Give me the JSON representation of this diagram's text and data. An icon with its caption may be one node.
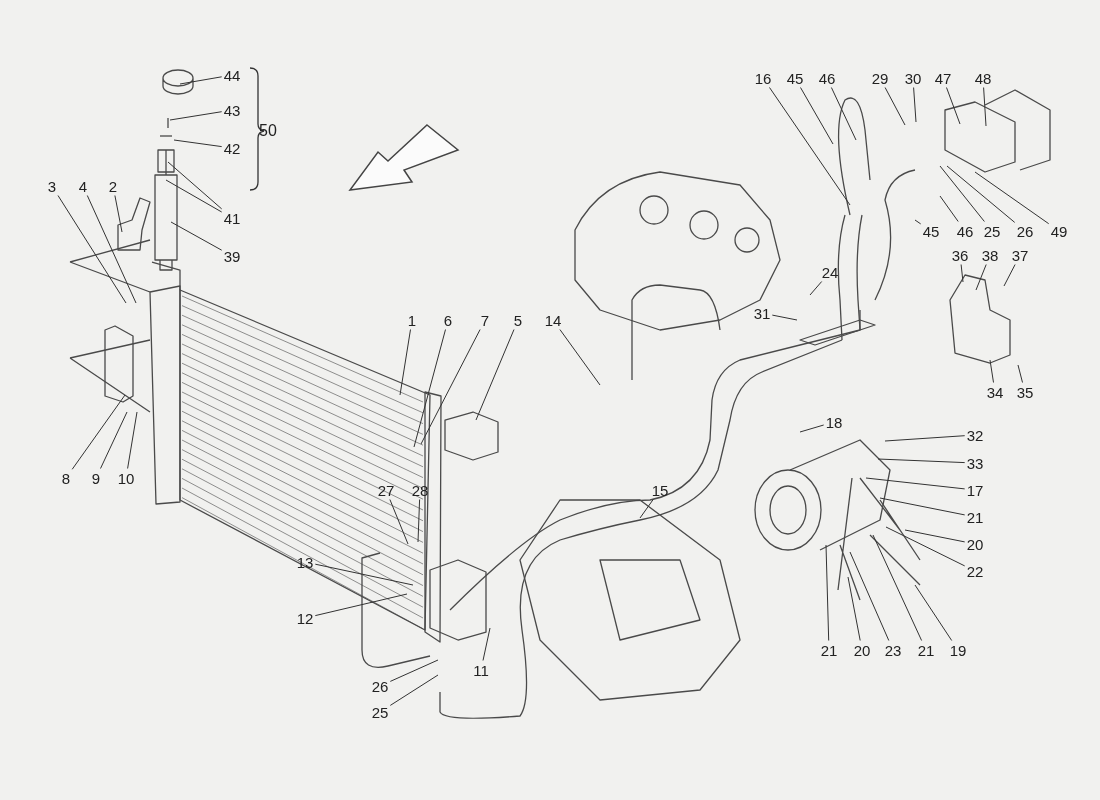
{
  "diagram": {
    "nodes": [
      {
        "text": [
          "44"
        ]
      },
      {
        "text": [
          "43"
        ]
      },
      {
        "text": [
          "42"
        ]
      },
      {
        "text": [
          "41"
        ]
      },
      {
        "text": [
          "39"
        ]
      },
      {
        "text": [
          "3"
        ]
      },
      {
        "text": [
          "4"
        ]
      },
      {
        "text": [
          "2"
        ]
      },
      {
        "text": [
          "8"
        ]
      },
      {
        "text": [
          "9"
        ]
      },
      {
        "text": [
          "10"
        ]
      },
      {
        "text": [
          "16"
        ]
      },
      {
        "text": [
          "45"
        ]
      },
      {
        "text": [
          "46"
        ]
      },
      {
        "text": [
          "29"
        ]
      },
      {
        "text": [
          "30"
        ]
      },
      {
        "text": [
          "47"
        ]
      },
      {
        "text": [
          "48"
        ]
      },
      {
        "text": [
          "45"
        ]
      },
      {
        "text": [
          "46"
        ]
      },
      {
        "text": [
          "25"
        ]
      },
      {
        "text": [
          "26"
        ]
      },
      {
        "text": [
          "49"
        ]
      },
      {
        "text": [
          "36"
        ]
      },
      {
        "text": [
          "38"
        ]
      },
      {
        "text": [
          "37"
        ]
      },
      {
        "text": [
          "24"
        ]
      },
      {
        "text": [
          "31"
        ]
      },
      {
        "text": [
          "34"
        ]
      },
      {
        "text": [
          "35"
        ]
      },
      {
        "text": [
          "1"
        ]
      },
      {
        "text": [
          "6"
        ]
      },
      {
        "text": [
          "7"
        ]
      },
      {
        "text": [
          "5"
        ]
      },
      {
        "text": [
          "14"
        ]
      },
      {
        "text": [
          "18"
        ]
      },
      {
        "text": [
          "32"
        ]
      },
      {
        "text": [
          "33"
        ]
      },
      {
        "text": [
          "17"
        ]
      },
      {
        "text": [
          "21"
        ]
      },
      {
        "text": [
          "20"
        ]
      },
      {
        "text": [
          "22"
        ]
      },
      {
        "text": [
          "27"
        ]
      },
      {
        "text": [
          "28"
        ]
      },
      {
        "text": [
          "15"
        ]
      },
      {
        "text": [
          "13"
        ]
      },
      {
        "text": [
          "12"
        ]
      },
      {
        "text": [
          "26"
        ]
      },
      {
        "text": [
          "25"
        ]
      },
      {
        "text": [
          "11"
        ]
      },
      {
        "text": [
          "21"
        ]
      },
      {
        "text": [
          "20"
        ]
      },
      {
        "text": [
          "23"
        ]
      },
      {
        "text": [
          "21"
        ]
      },
      {
        "text": [
          "19"
        ]
      }
    ],
    "edges": [
      {
        "from": 0,
        "to": null,
        "arrow": "none"
      },
      {
        "from": 1,
        "to": null,
        "arrow": "none"
      },
      {
        "from": 2,
        "to": null,
        "arrow": "none"
      },
      {
        "from": 3,
        "to": null,
        "arrow": "none"
      },
      {
        "from": 3,
        "to": null,
        "arrow": "none"
      },
      {
        "from": 4,
        "to": null,
        "arrow": "none"
      },
      {
        "from": 5,
        "to": null,
        "arrow": "none"
      },
      {
        "from": 6,
        "to": null,
        "arrow": "none"
      },
      {
        "from": 7,
        "to": null,
        "arrow": "none"
      },
      {
        "from": 8,
        "to": null,
        "arrow": "none"
      },
      {
        "from": 9,
        "to": null,
        "arrow": "none"
      },
      {
        "from": 10,
        "to": null,
        "arrow": "none"
      },
      {
        "from": 11,
        "to": null,
        "arrow": "none"
      },
      {
        "from": 12,
        "to": null,
        "arrow": "none"
      },
      {
        "from": 13,
        "to": null,
        "arrow": "none"
      },
      {
        "from": 14,
        "to": null,
        "arrow": "none"
      },
      {
        "from": 15,
        "to": null,
        "arrow": "none"
      },
      {
        "from": 16,
        "to": null,
        "arrow": "none"
      },
      {
        "from": 17,
        "to": null,
        "arrow": "none"
      },
      {
        "from": 18,
        "to": null,
        "arrow": "none"
      },
      {
        "from": 19,
        "to": null,
        "arrow": "none"
      },
      {
        "from": 20,
        "to": null,
        "arrow": "none"
      },
      {
        "from": 21,
        "to": null,
        "arrow": "none"
      },
      {
        "from": 22,
        "to": null,
        "arrow": "none"
      },
      {
        "from": 23,
        "to": null,
        "arrow": "none"
      },
      {
        "from": 24,
        "to": null,
        "arrow": "none"
      },
      {
        "from": 25,
        "to": null,
        "arrow": "none"
      },
      {
        "from": 26,
        "to": null,
        "arrow": "none"
      },
      {
        "from": 27,
        "to": null,
        "arrow": "none"
      },
      {
        "from": 28,
        "to": null,
        "arrow": "none"
      },
      {
        "from": 29,
        "to": null,
        "arrow": "none"
      },
      {
        "from": 30,
        "to": null,
        "arrow": "none"
      },
      {
        "from": 31,
        "to": null,
        "arrow": "none"
      },
      {
        "from": 32,
        "to": null,
        "arrow": "none"
      },
      {
        "from": 33,
        "to": null,
        "arrow": "none"
      },
      {
        "from": 34,
        "to": null,
        "arrow": "none"
      },
      {
        "from": 35,
        "to": null,
        "arrow": "none"
      },
      {
        "from": 36,
        "to": null,
        "arrow": "none"
      },
      {
        "from": 37,
        "to": null,
        "arrow": "none"
      },
      {
        "from": 38,
        "to": null,
        "arrow": "none"
      },
      {
        "from": 39,
        "to": null,
        "arrow": "none"
      },
      {
        "from": 40,
        "to": null,
        "arrow": "none"
      },
      {
        "from": 41,
        "to": null,
        "arrow": "none"
      },
      {
        "from": 42,
        "to": null,
        "arrow": "none"
      },
      {
        "from": 43,
        "to": null,
        "arrow": "none"
      },
      {
        "from": 44,
        "to": null,
        "arrow": "none"
      },
      {
        "from": 45,
        "to": null,
        "arrow": "none"
      },
      {
        "from": 46,
        "to": null,
        "arrow": "none"
      },
      {
        "from": 47,
        "to": null,
        "arrow": "none"
      },
      {
        "from": 48,
        "to": null,
        "arrow": "none"
      },
      {
        "from": 49,
        "to": null,
        "arrow": "none"
      },
      {
        "from": 50,
        "to": null,
        "arrow": "none"
      },
      {
        "from": 51,
        "to": null,
        "arrow": "none"
      },
      {
        "from": 52,
        "to": null,
        "arrow": "none"
      },
      {
        "from": 53,
        "to": null,
        "arrow": "none"
      },
      {
        "from": 54,
        "to": null,
        "arrow": "none"
      }
    ],
    "labels": [
      "50"
    ]
  }
}
